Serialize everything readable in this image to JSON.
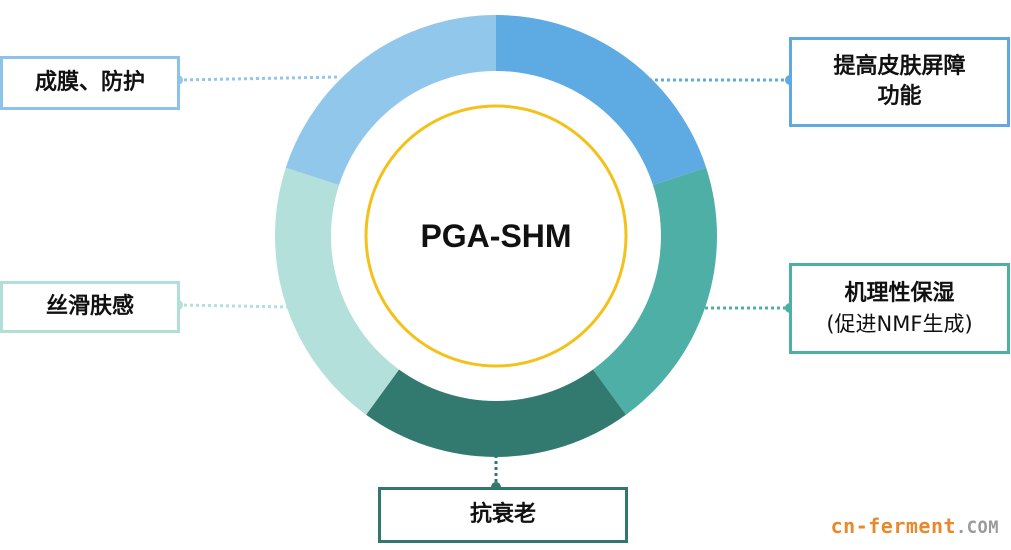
{
  "center": {
    "title": "PGA-SHM"
  },
  "segments": [
    {
      "id": "barrier",
      "color": "#5eaae2"
    },
    {
      "id": "moist",
      "color": "#4eafa7"
    },
    {
      "id": "anti",
      "color": "#327a70"
    },
    {
      "id": "silky",
      "color": "#b3e0da"
    },
    {
      "id": "film",
      "color": "#92c7ec"
    }
  ],
  "labels": {
    "film": "成膜、防护",
    "barrier_line1": "提高皮肤屏障",
    "barrier_line2": "功能",
    "silky": "丝滑肤感",
    "moist_line1": "机理性保湿",
    "moist_line2": "(促进NMF生成)",
    "anti": "抗衰老"
  },
  "watermark": {
    "brand": "cn-ferment",
    "tld": ".COM"
  },
  "colors": {
    "inner_ring": "#f2c21b",
    "text": "#111111",
    "watermark_orange": "#e8892e",
    "watermark_gray": "#9a9a9a"
  }
}
